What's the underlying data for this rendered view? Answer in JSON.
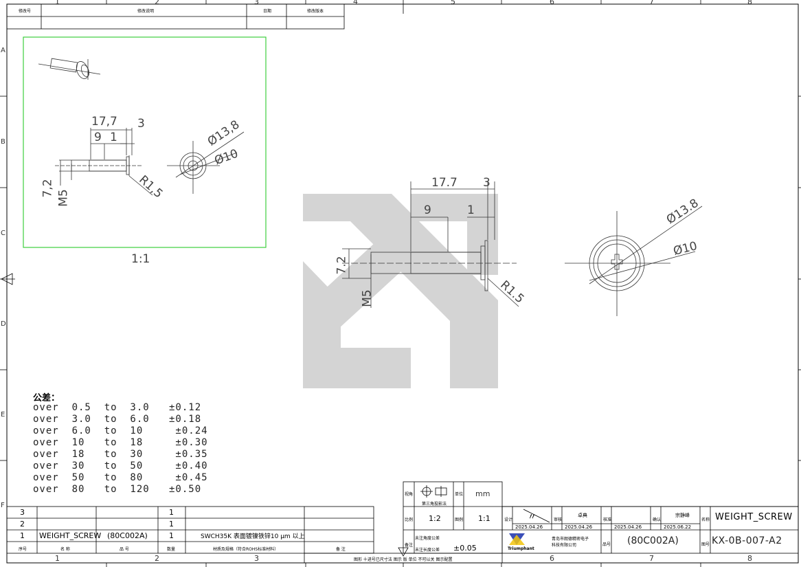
{
  "border": {
    "col_marks": [
      "1",
      "2",
      "3",
      "4",
      "5",
      "6",
      "7",
      "8"
    ],
    "row_marks": [
      "A",
      "B",
      "C",
      "D",
      "E",
      "F"
    ]
  },
  "revision": {
    "h_no": "修改号",
    "h_desc": "修改说明",
    "h_date": "日期",
    "h_ver": "修改版本"
  },
  "detail_view": {
    "scale": "1:1",
    "dims": {
      "len": "17,7",
      "head": "3",
      "shank": "9",
      "step": "1",
      "dia_outer": "Ø13,8",
      "dia_inner": "Ø10",
      "radius": "R1,5",
      "height": "7,2",
      "thread": "M5"
    }
  },
  "main_view": {
    "dims": {
      "len": "17.7",
      "head": "3",
      "shank": "9",
      "step": "1",
      "dia_outer": "Ø13.8",
      "dia_inner": "Ø10",
      "radius": "R1.5",
      "height": "7.2",
      "thread": "M5"
    }
  },
  "tolerance": {
    "title": "公差：",
    "rows": [
      "over  0.5  to  3.0   ±0.12",
      "over  3.0  to  6.0   ±0.18",
      "over  6.0  to  10     ±0.24",
      "over  10   to  18     ±0.30",
      "over  18   to  30     ±0.35",
      "over  30   to  50     ±0.40",
      "over  50   to  80     ±0.45",
      "over  80   to  120   ±0.50"
    ]
  },
  "bom": {
    "rows": [
      {
        "no": "3",
        "name": "",
        "code": "",
        "qty": "1",
        "material": ""
      },
      {
        "no": "2",
        "name": "",
        "code": "",
        "qty": "1",
        "material": ""
      },
      {
        "no": "1",
        "name": "WEIGHT_SCREW",
        "code": "(80C002A)",
        "qty": "1",
        "material": "SWCH35K  表面镀镍铁锌10 μm 以上"
      }
    ],
    "headers": {
      "no": "序号",
      "name": "名 称",
      "code": "品 号",
      "qty": "数量",
      "material": "材质及规格（符合ROHS标准材料）",
      "remark": "备 注"
    },
    "footer": "图形  十进号已尺寸法  图示  版  单位  不可以关  图示配置"
  },
  "title_block": {
    "projection_label": "视角",
    "projection_sub": "第三角投影法",
    "unit_label": "单位",
    "unit": "mm",
    "scale_label": "比例",
    "scale1": "1:2",
    "scale2_label": "图例",
    "scale2": "1:1",
    "angle_tol_label": "未注角度公差",
    "len_tol_label": "未注长度公差",
    "len_tol": "±0.05",
    "remark_label": "备注",
    "design_label": "设计",
    "design_sign": "〃",
    "check_label": "审核",
    "check_name": "卓典",
    "approve_label": "核准",
    "confirm_label": "确认",
    "confirm_name": "宗静峰",
    "date1": "2025.04.26",
    "date2": "2025.04.26",
    "date3": "2025.04.26",
    "date4": "2025.06.22",
    "name_label": "名称",
    "part_name": "WEIGHT_SCREW",
    "code_label": "品号",
    "part_code": "(80C002A)",
    "drawing_label": "图号",
    "drawing_no": "KX-0B-007-A2",
    "company_logo": "Triumphant",
    "company_name": "青岛市朗德精密电子科技有限公司"
  }
}
